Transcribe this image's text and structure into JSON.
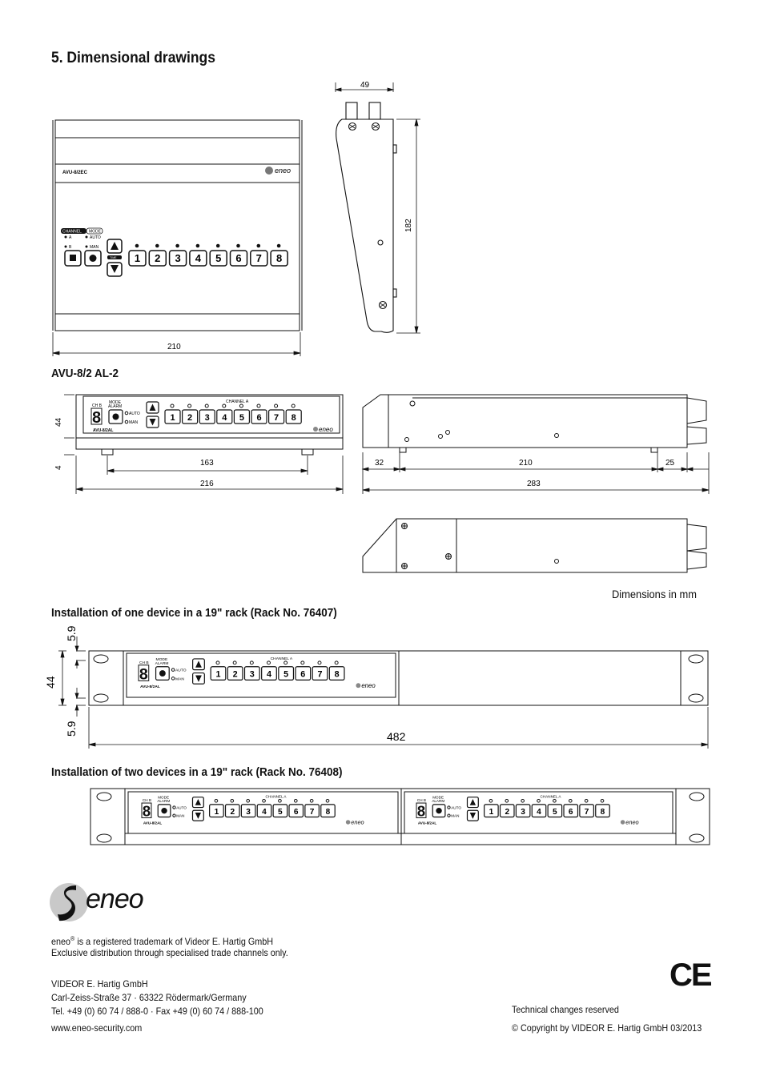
{
  "section_title": "5.  Dimensional drawings",
  "drawing_top": {
    "model_label": "AVU-8/2EC",
    "brand": "eneo",
    "panel_channel_label": "CHANNEL",
    "panel_mode_label": "MODE",
    "a_label": "A",
    "b_label": "B",
    "auto_label": "AUTO",
    "man_label": "MAN",
    "time_label": "TIME",
    "channels": [
      "1",
      "2",
      "3",
      "4",
      "5",
      "6",
      "7",
      "8"
    ],
    "width_dim": "210",
    "depth_dim": "49",
    "height_dim": "182"
  },
  "avu_al2": {
    "heading": "AVU-8/2 AL-2",
    "model_label": "AVU-8/2AL",
    "ch_b_label": "CH B",
    "mode_label": "MODE",
    "alarm_label": "ALARM",
    "auto_label": "AUTO",
    "man_label": "MAN",
    "channel_a_label": "CHANNEL A",
    "channels": [
      "1",
      "2",
      "3",
      "4",
      "5",
      "6",
      "7",
      "8"
    ],
    "digit": "8",
    "dim_height": "44",
    "dim_foot": "4",
    "dim_feet_spacing": "163",
    "dim_width": "216",
    "dim_side_front": "32",
    "dim_side_mid": "210",
    "dim_side_back": "25",
    "dim_side_total": "283"
  },
  "dimensions_note": "Dimensions in mm",
  "rack_one": {
    "heading": "Installation of one device in a 19\" rack (Rack No. 76407)",
    "dim_top": "5.9",
    "dim_height": "44",
    "dim_bottom": "5.9",
    "dim_width": "482"
  },
  "rack_two": {
    "heading": "Installation of two devices in a 19\" rack (Rack No. 76408)"
  },
  "footer": {
    "logo_text": "eneo",
    "trademark_brand": "eneo",
    "trademark_sup": "®",
    "trademark_rest": " is a registered trademark of Videor E. Hartig GmbH",
    "distribution": "Exclusive distribution through specialised trade channels only.",
    "company": "VIDEOR  E. Hartig GmbH",
    "address": "Carl-Zeiss-Straße 37 · 63322 Rödermark/Germany",
    "phone": "Tel. +49 (0) 60 74 / 888-0 · Fax +49 (0) 60 74 / 888-100",
    "website": "www.eneo-security.com",
    "technical_changes": "Technical changes reserved",
    "copyright": "©  Copyright by VIDEOR E. Hartig GmbH  03/2013",
    "ce_mark": "CE"
  }
}
